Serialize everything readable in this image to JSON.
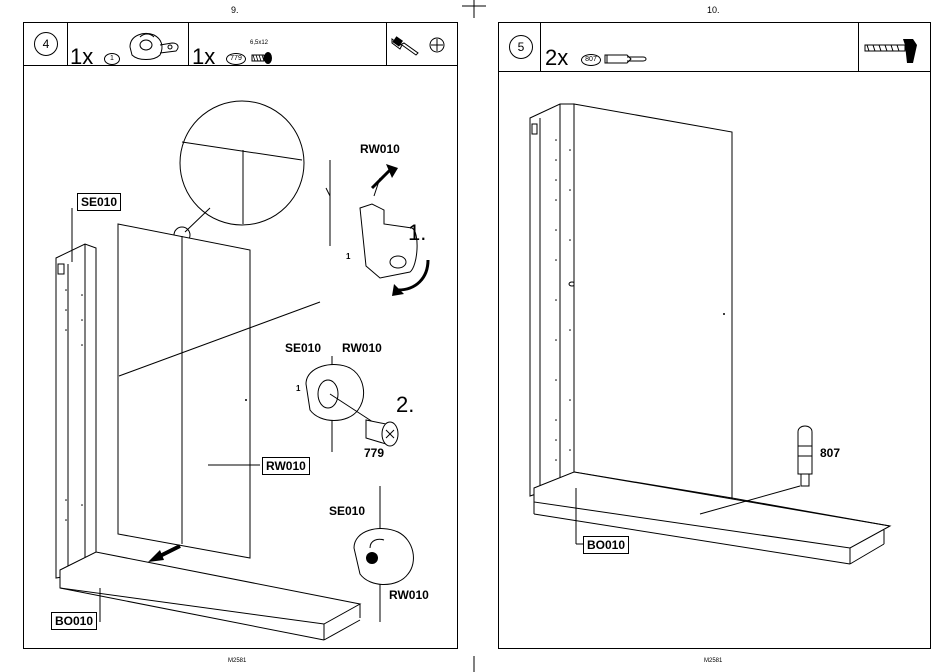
{
  "pages": [
    {
      "number": "9.",
      "step": "4",
      "parts": [
        {
          "qty": "1x",
          "id": "1"
        },
        {
          "qty": "1x",
          "id": "779",
          "size": "6,5x12"
        }
      ],
      "tools": [
        "screwdriver-icon",
        "phillips-bit-icon"
      ],
      "labels": {
        "se010_main": "SE010",
        "rw010_top": "RW010",
        "step1": "1.",
        "step1_part": "1",
        "se010_mid": "SE010",
        "rw010_mid": "RW010",
        "step2_part": "1",
        "step2": "2.",
        "screw": "779",
        "rw010_panel": "RW010",
        "se010_low": "SE010",
        "rw010_low": "RW010",
        "bo010": "BO010"
      },
      "footer_code": "M2581"
    },
    {
      "number": "10.",
      "step": "5",
      "parts": [
        {
          "qty": "2x",
          "id": "807"
        }
      ],
      "tools": [
        "hammer-icon"
      ],
      "labels": {
        "dowel": "807",
        "bo010": "BO010"
      },
      "footer_code": "M2581"
    }
  ]
}
